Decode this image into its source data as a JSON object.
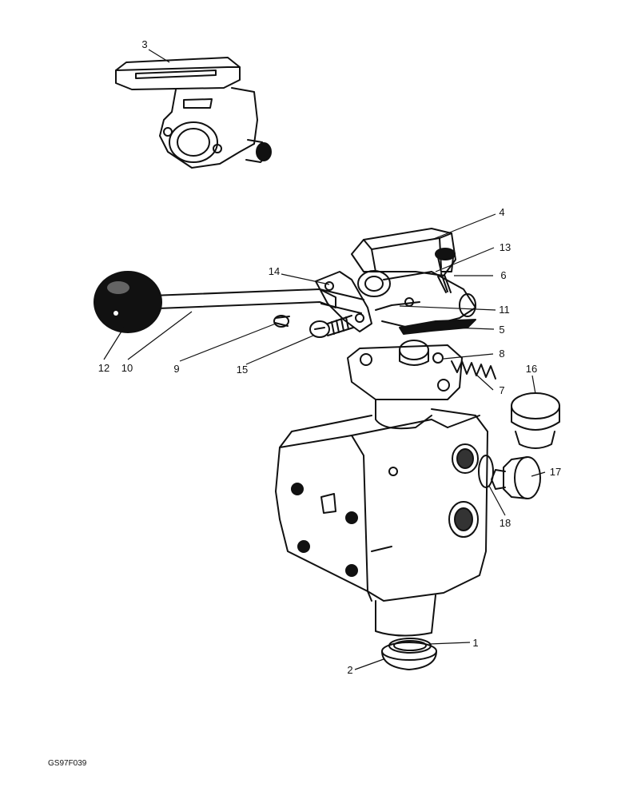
{
  "drawing_code": "GS97F039",
  "callouts": [
    {
      "id": "c1",
      "text": "1"
    },
    {
      "id": "c2",
      "text": "2"
    },
    {
      "id": "c3",
      "text": "3"
    },
    {
      "id": "c4",
      "text": "4"
    },
    {
      "id": "c5",
      "text": "5"
    },
    {
      "id": "c6",
      "text": "6"
    },
    {
      "id": "c7",
      "text": "7"
    },
    {
      "id": "c8",
      "text": "8"
    },
    {
      "id": "c9",
      "text": "9"
    },
    {
      "id": "c10",
      "text": "10"
    },
    {
      "id": "c11",
      "text": "11"
    },
    {
      "id": "c12",
      "text": "12"
    },
    {
      "id": "c13",
      "text": "13"
    },
    {
      "id": "c14",
      "text": "14"
    },
    {
      "id": "c15",
      "text": "15"
    },
    {
      "id": "c16",
      "text": "16"
    },
    {
      "id": "c17",
      "text": "17"
    },
    {
      "id": "c18",
      "text": "18"
    }
  ]
}
